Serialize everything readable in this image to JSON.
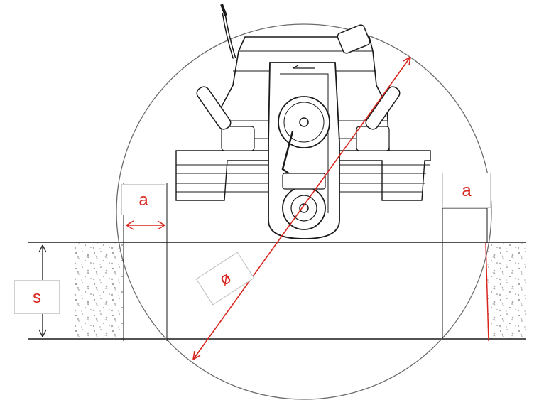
{
  "labels": {
    "a_left": "a",
    "a_right": "a",
    "s": "s",
    "diameter": "ø"
  },
  "colors": {
    "dimension": "#d8261e",
    "line": "#1a1a1a",
    "concrete_dots": "#8a8a8a",
    "background": "#ffffff"
  }
}
